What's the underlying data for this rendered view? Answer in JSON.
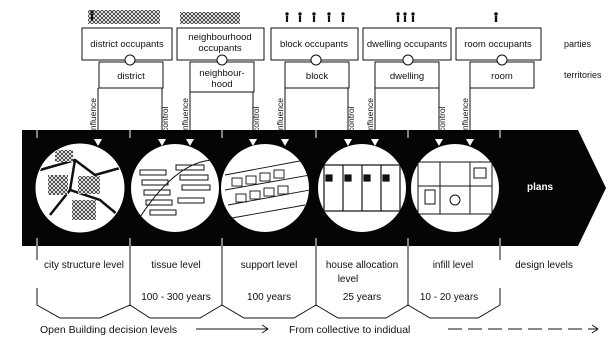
{
  "right_labels": {
    "parties": "parties",
    "territories": "territories"
  },
  "groups": [
    {
      "occupants": "district occupants",
      "territory": "district"
    },
    {
      "occupants": "neighbourhood occupants",
      "territory": "neighbour-hood"
    },
    {
      "occupants": "block occupants",
      "territory": "block"
    },
    {
      "occupants": "dwelling occupants",
      "territory": "dwelling"
    },
    {
      "occupants": "room occupants",
      "territory": "room"
    }
  ],
  "arrows": {
    "influence": "influence",
    "control": "control"
  },
  "band": {
    "label": "plans"
  },
  "levels": [
    {
      "name": "city structure  level",
      "years": ""
    },
    {
      "name": "tissue level",
      "years": "100 - 300 years"
    },
    {
      "name": "support level",
      "years": "100 years"
    },
    {
      "name": "house allocation level",
      "years": "25 years"
    },
    {
      "name": "infill level",
      "years": "10 - 20 years"
    },
    {
      "name": "design levels",
      "years": ""
    }
  ],
  "footer": {
    "left": "Open Building decision levels",
    "right": "From collective to indidual"
  },
  "colors": {
    "band": "#050505",
    "ink": "#111111",
    "paper": "#ffffff"
  }
}
